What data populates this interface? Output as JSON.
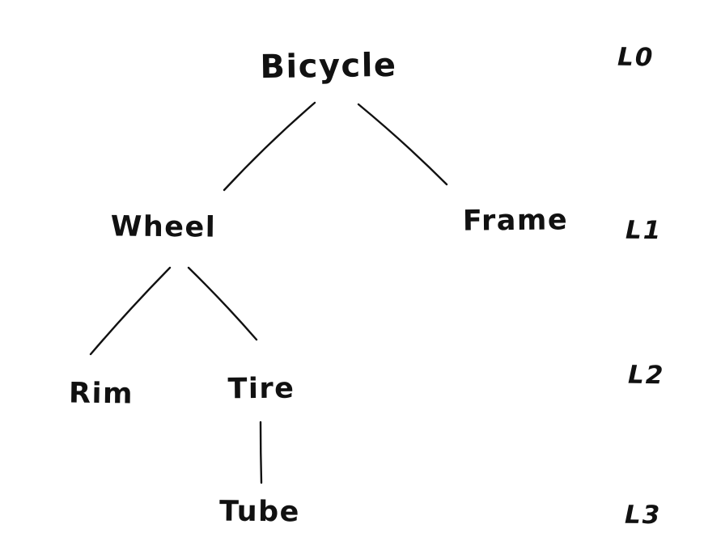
{
  "diagram": {
    "type": "tree",
    "style": "hand-drawn",
    "ink_color": "#111111",
    "background_color": "#ffffff",
    "nodes": [
      {
        "id": "bicycle",
        "label": "Bicycle",
        "level": "L0",
        "parent": null
      },
      {
        "id": "wheel",
        "label": "Wheel",
        "level": "L1",
        "parent": "bicycle"
      },
      {
        "id": "frame",
        "label": "Frame",
        "level": "L1",
        "parent": "bicycle"
      },
      {
        "id": "rim",
        "label": "Rim",
        "level": "L2",
        "parent": "wheel"
      },
      {
        "id": "tire",
        "label": "Tire",
        "level": "L2",
        "parent": "wheel"
      },
      {
        "id": "tube",
        "label": "Tube",
        "level": "L3",
        "parent": "tire"
      }
    ],
    "edges": [
      {
        "from": "bicycle",
        "to": "wheel"
      },
      {
        "from": "bicycle",
        "to": "frame"
      },
      {
        "from": "wheel",
        "to": "rim"
      },
      {
        "from": "wheel",
        "to": "tire"
      },
      {
        "from": "tire",
        "to": "tube"
      }
    ],
    "level_labels": [
      {
        "label": "L0"
      },
      {
        "label": "L1"
      },
      {
        "label": "L2"
      },
      {
        "label": "L3"
      }
    ]
  }
}
